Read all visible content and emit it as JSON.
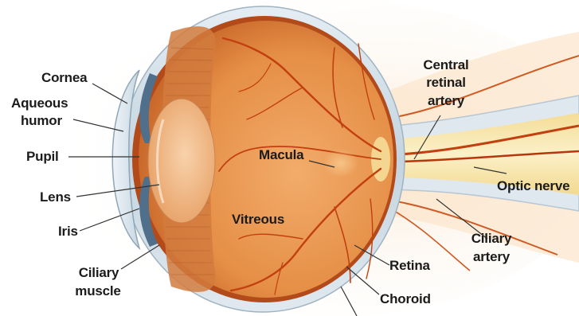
{
  "labels": {
    "cornea": "Cornea",
    "aqueous_line1": "Aqueous",
    "aqueous_line2": "humor",
    "pupil": "Pupil",
    "lens": "Lens",
    "iris": "Iris",
    "ciliary_muscle_line1": "Ciliary",
    "ciliary_muscle_line2": "muscle",
    "macula": "Macula",
    "vitreous": "Vitreous",
    "central_retinal_line1": "Central",
    "central_retinal_line2": "retinal",
    "central_retinal_line3": "artery",
    "optic_nerve": "Optic nerve",
    "ciliary_artery_line1": "Ciliary",
    "ciliary_artery_line2": "artery",
    "retina": "Retina",
    "choroid": "Choroid"
  },
  "colors": {
    "background": "#ffffff",
    "sclera": "#c9d8e2",
    "vitreous": "#e7974f",
    "vessel": "#c2400f",
    "optic_nerve": "#f8e9b4",
    "lens": "#f3bf8d",
    "leader_line": "#333333"
  }
}
